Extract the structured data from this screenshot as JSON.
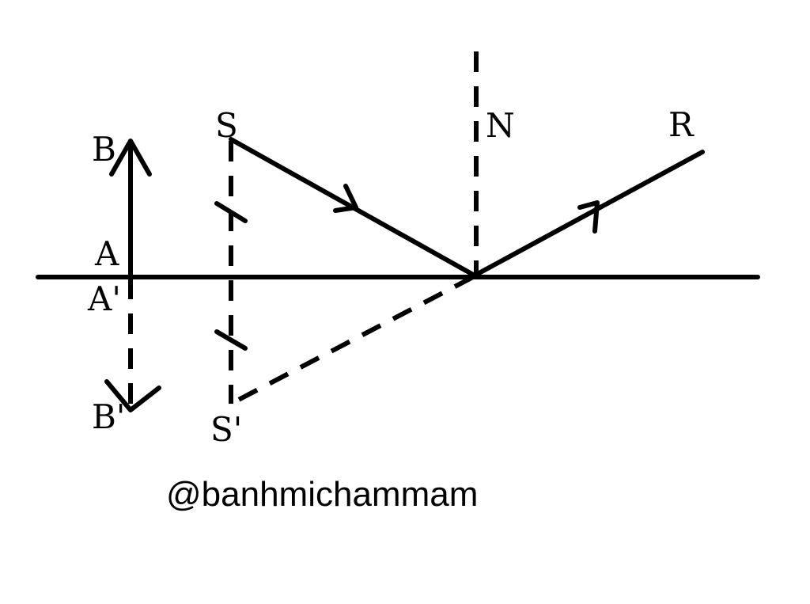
{
  "labels": {
    "B": "B",
    "A": "A",
    "A_prime": "A'",
    "B_prime": "B'",
    "S": "S",
    "S_prime": "S'",
    "N": "N",
    "R": "R"
  },
  "caption": "@banhmichammam",
  "colors": {
    "stroke": "#000000",
    "background": "#ffffff"
  }
}
